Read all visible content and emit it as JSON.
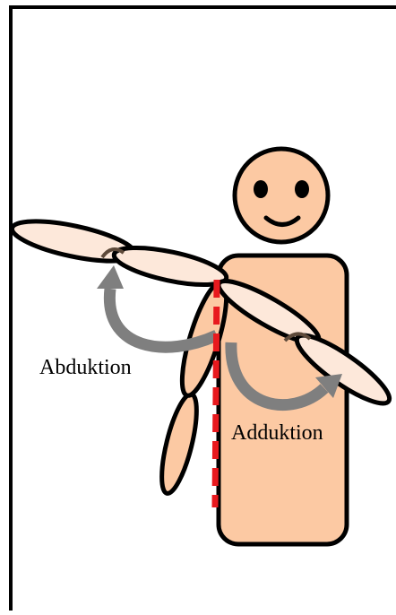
{
  "labels": {
    "abduction": "Abduktion",
    "adduction": "Adduktion"
  },
  "colors": {
    "background": "#ffffff",
    "frame": "#000000",
    "skin": "#fcc9a3",
    "skin_light": "#fde8da",
    "outline": "#000000",
    "arrow": "#7f7f7f",
    "arrow_dark": "#5e4a3a",
    "reference_line": "#e8191e"
  },
  "icons": {
    "figure": "smiley-person",
    "reference_line": "dashed-vertical-line",
    "abduction_arrow": "curved-arrow-up",
    "adduction_arrow": "curved-arrow-down"
  }
}
